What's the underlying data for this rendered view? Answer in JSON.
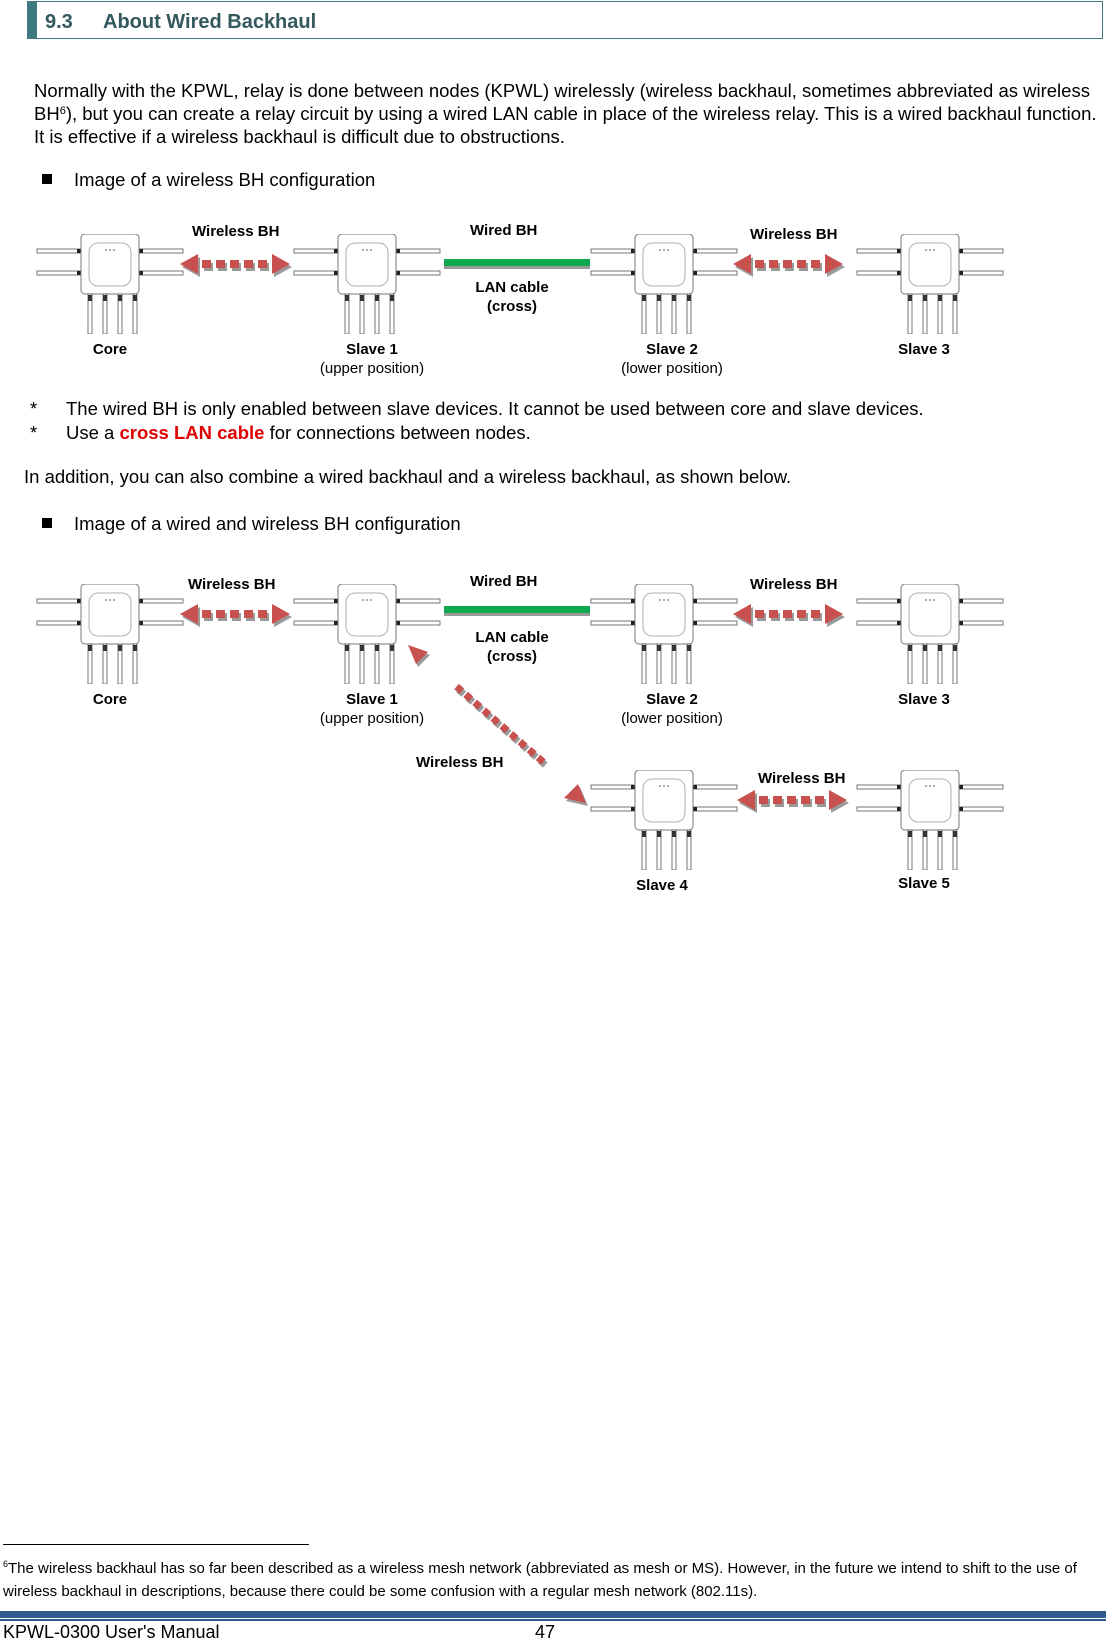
{
  "section": {
    "number": "9.3",
    "title": "About Wired Backhaul"
  },
  "intro": {
    "text_before_sup": "Normally with the KPWL, relay is done between nodes (KPWL) wirelessly (wireless backhaul, sometimes abbreviated as wireless BH",
    "sup": "6",
    "text_after_sup": "), but you can create a relay circuit by using a wired LAN cable in place of the wireless relay. This is a wired backhaul function. It is effective if a wireless backhaul is difficult due to obstructions."
  },
  "bullet1": "Image of a wireless BH configuration",
  "diagram1": {
    "links": {
      "wireless_left": "Wireless BH",
      "wired": "Wired BH",
      "cable_line1": "LAN cable",
      "cable_line2": "(cross)",
      "wireless_right": "Wireless BH"
    },
    "nodes": [
      {
        "name": "Core",
        "sub": ""
      },
      {
        "name": "Slave 1",
        "sub": "(upper position)"
      },
      {
        "name": "Slave 2",
        "sub": "(lower position)"
      },
      {
        "name": "Slave 3",
        "sub": ""
      }
    ]
  },
  "notes": [
    {
      "mark": "*",
      "text": "The wired BH is only enabled between slave devices. It cannot be used between core and slave devices."
    },
    {
      "mark": "*",
      "before": "Use a ",
      "highlight": "cross LAN cable",
      "after": " for connections between nodes."
    }
  ],
  "combine_text": "In addition, you can also combine a wired backhaul and a wireless backhaul, as shown below.",
  "bullet2": "Image of a wired and wireless BH configuration",
  "diagram2": {
    "links": {
      "wireless_left": "Wireless BH",
      "wired": "Wired BH",
      "cable_line1": "LAN cable",
      "cable_line2": "(cross)",
      "wireless_right": "Wireless BH",
      "wireless_diag": "Wireless BH",
      "wireless_bottom": "Wireless BH"
    },
    "nodes": [
      {
        "name": "Core",
        "sub": ""
      },
      {
        "name": "Slave 1",
        "sub": "(upper position)"
      },
      {
        "name": "Slave 2",
        "sub": "(lower position)"
      },
      {
        "name": "Slave 3",
        "sub": ""
      },
      {
        "name": "Slave 4",
        "sub": ""
      },
      {
        "name": "Slave 5",
        "sub": ""
      }
    ]
  },
  "footnote": {
    "sup": "6",
    "text": "The wireless backhaul has so far been described as a wireless mesh network (abbreviated as mesh or MS). However, in the future we intend to shift to the use of wireless backhaul in descriptions, because there could be some confusion with a regular mesh network (802.11s)."
  },
  "footer": {
    "manual": "KPWL-0300 User's Manual",
    "page": "47"
  },
  "colors": {
    "heading": "#3e7a80",
    "arrow": "#c8504f",
    "cable": "#0ea94f",
    "highlight": "#e00000",
    "footer_bar": "#2e5b8c"
  }
}
